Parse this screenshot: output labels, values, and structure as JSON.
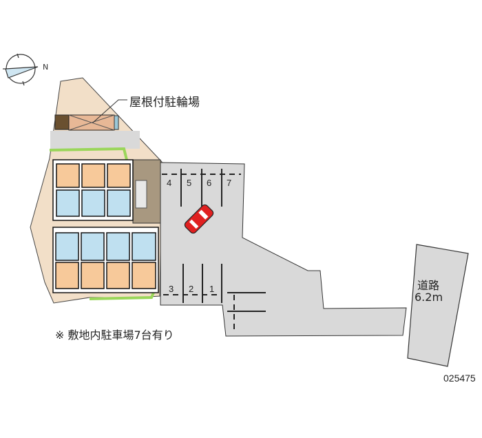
{
  "labels": {
    "bike_shelter": "屋根付駐輪場",
    "parking_note": "※ 敷地内駐車場7台有り",
    "road_name": "道路",
    "road_width": "6.2m",
    "property_code": "025475",
    "compass_letter": "N"
  },
  "parking_spaces": [
    "1",
    "2",
    "3",
    "4",
    "5",
    "6",
    "7"
  ],
  "colors": {
    "lot": "#f2dfc8",
    "paving": "#d9d9d9",
    "unit_room": "#f7c99a",
    "unit_wet": "#bfe0f0",
    "greenery": "#9ad65a",
    "car": "#e02020"
  }
}
